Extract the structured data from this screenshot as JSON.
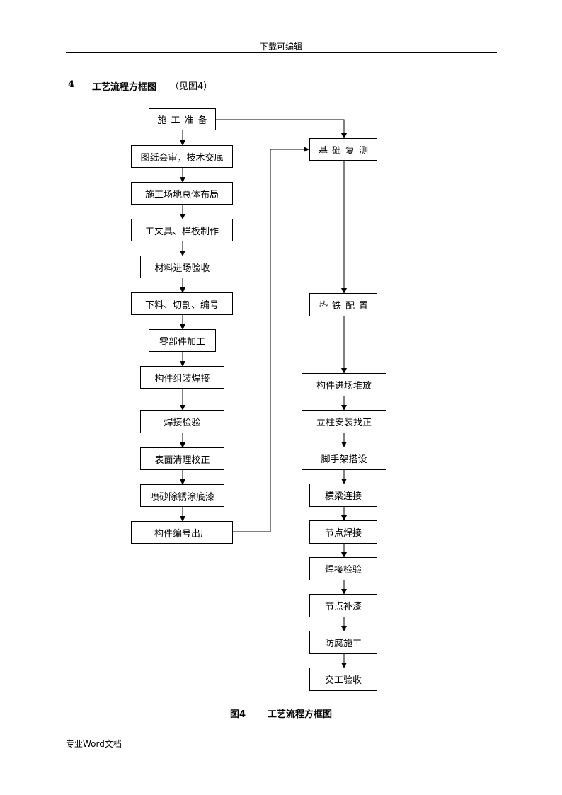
{
  "header": {
    "text": "下载可编辑"
  },
  "section": {
    "number": "4",
    "title": "工艺流程方框图",
    "ref": "（见图4）"
  },
  "flow": {
    "left": [
      "施工准备",
      "图纸会审，技术交底",
      "施工场地总体布局",
      "工夹具、样板制作",
      "材料进场验收",
      "下料、切割、编号",
      "零部件加工",
      "构件组装焊接",
      "焊接检验",
      "表面清理校正",
      "喷砂除锈涂底漆",
      "构件编号出厂"
    ],
    "right": [
      "基础复测",
      "垫铁配置",
      "构件进场堆放",
      "立柱安装找正",
      "脚手架搭设",
      "横梁连接",
      "节点焊接",
      "焊接检验",
      "节点补漆",
      "防腐施工",
      "交工验收"
    ]
  },
  "caption": {
    "figure": "图4",
    "title": "工艺流程方框图"
  },
  "footer": {
    "text": "专业Word文档"
  }
}
